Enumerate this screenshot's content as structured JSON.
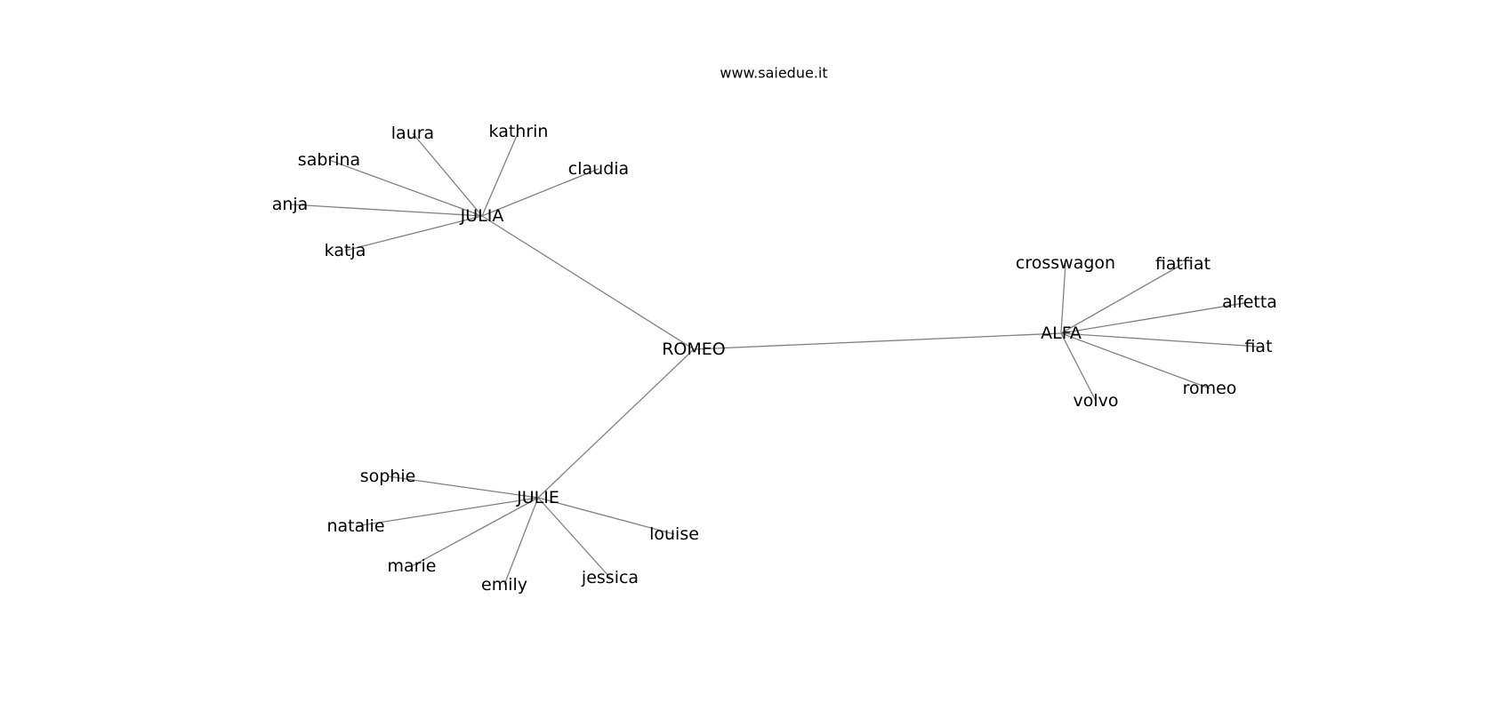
{
  "watermark": "www.saiedue.it",
  "graph": {
    "edge_color": "#808080",
    "label_color": "#000000",
    "background": "#ffffff",
    "nodes": [
      {
        "id": "ROMEO",
        "label": "ROMEO"
      },
      {
        "id": "JULIA",
        "label": "JULIA"
      },
      {
        "id": "JULIE",
        "label": "JULIE"
      },
      {
        "id": "ALFA",
        "label": "ALFA"
      },
      {
        "id": "laura",
        "label": "laura"
      },
      {
        "id": "kathrin",
        "label": "kathrin"
      },
      {
        "id": "sabrina",
        "label": "sabrina"
      },
      {
        "id": "claudia",
        "label": "claudia"
      },
      {
        "id": "anja",
        "label": "anja"
      },
      {
        "id": "katja",
        "label": "katja"
      },
      {
        "id": "sophie",
        "label": "sophie"
      },
      {
        "id": "natalie",
        "label": "natalie"
      },
      {
        "id": "marie",
        "label": "marie"
      },
      {
        "id": "emily",
        "label": "emily"
      },
      {
        "id": "jessica",
        "label": "jessica"
      },
      {
        "id": "louise",
        "label": "louise"
      },
      {
        "id": "crosswagon",
        "label": "crosswagon"
      },
      {
        "id": "fiatfiat",
        "label": "fiatfiat"
      },
      {
        "id": "alfetta",
        "label": "alfetta"
      },
      {
        "id": "fiat",
        "label": "fiat"
      },
      {
        "id": "romeo",
        "label": "romeo"
      },
      {
        "id": "volvo",
        "label": "volvo"
      }
    ],
    "edges": [
      [
        "ROMEO",
        "JULIA"
      ],
      [
        "ROMEO",
        "JULIE"
      ],
      [
        "ROMEO",
        "ALFA"
      ],
      [
        "JULIA",
        "laura"
      ],
      [
        "JULIA",
        "kathrin"
      ],
      [
        "JULIA",
        "sabrina"
      ],
      [
        "JULIA",
        "claudia"
      ],
      [
        "JULIA",
        "anja"
      ],
      [
        "JULIA",
        "katja"
      ],
      [
        "JULIE",
        "sophie"
      ],
      [
        "JULIE",
        "natalie"
      ],
      [
        "JULIE",
        "marie"
      ],
      [
        "JULIE",
        "emily"
      ],
      [
        "JULIE",
        "jessica"
      ],
      [
        "JULIE",
        "louise"
      ],
      [
        "ALFA",
        "crosswagon"
      ],
      [
        "ALFA",
        "fiatfiat"
      ],
      [
        "ALFA",
        "alfetta"
      ],
      [
        "ALFA",
        "fiat"
      ],
      [
        "ALFA",
        "romeo"
      ],
      [
        "ALFA",
        "volvo"
      ]
    ]
  }
}
